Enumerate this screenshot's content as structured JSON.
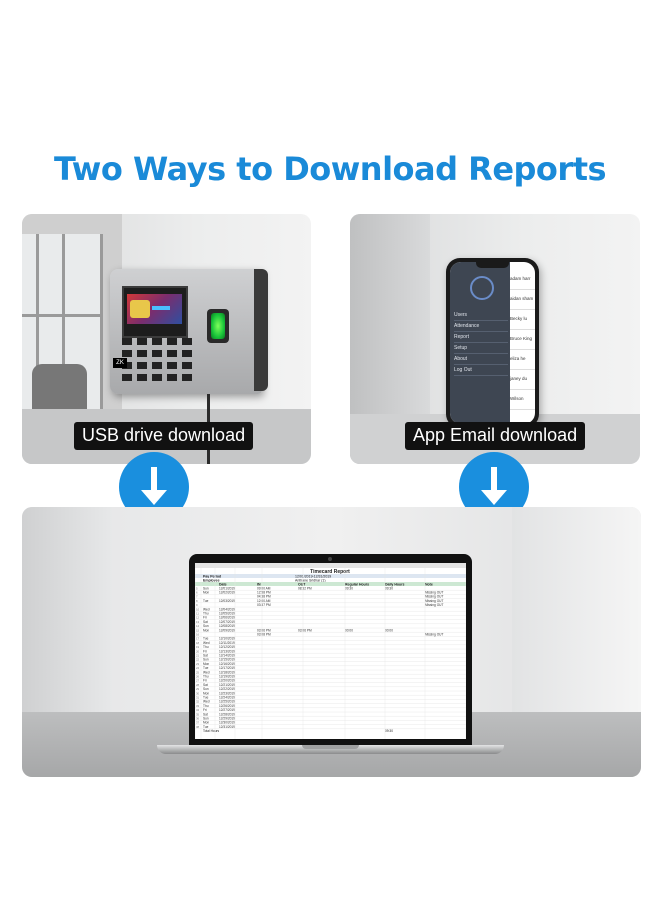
{
  "title": "Two Ways to Download Reports",
  "left_panel": {
    "caption": "USB drive download"
  },
  "right_panel": {
    "caption": "App Email download",
    "menu": [
      "Users",
      "Attendance",
      "Report",
      "Setup",
      "About",
      "Log Out"
    ],
    "names": [
      "adam harr",
      "aidan sham",
      "Becky lu",
      "Bruce King",
      "eliza he",
      "janey du",
      "Wilson"
    ]
  },
  "spreadsheet": {
    "title": "Timecard Report",
    "labels": [
      "Pay Period",
      "Employee"
    ],
    "period": "12/01/2019-12/31/2019",
    "employee": "Anthane Sridhar (1)",
    "headers": [
      "Date",
      "IN",
      "OUT",
      "Regular Hours",
      "Daily Hours",
      "Note"
    ],
    "rows": [
      [
        "Sun",
        "12/01/2019",
        "09:00 AM",
        "08:32 PM",
        "09:30",
        "09:30",
        ""
      ],
      [
        "Mon",
        "12/02/2019",
        "12:58 PM",
        "",
        "",
        "",
        "Missing OUT"
      ],
      [
        "",
        "",
        "04:38 PM",
        "",
        "",
        "",
        "Missing OUT"
      ],
      [
        "Tue",
        "12/03/2019",
        "12:00 AM",
        "",
        "",
        "",
        "Missing OUT"
      ],
      [
        "",
        "",
        "03:37 PM",
        "",
        "",
        "",
        "Missing OUT"
      ],
      [
        "Wed",
        "12/04/2019",
        "",
        "",
        "",
        "",
        ""
      ],
      [
        "Thu",
        "12/05/2019",
        "",
        "",
        "",
        "",
        ""
      ],
      [
        "Fri",
        "12/06/2019",
        "",
        "",
        "",
        "",
        ""
      ],
      [
        "Sat",
        "12/07/2019",
        "",
        "",
        "",
        "",
        ""
      ],
      [
        "Sun",
        "12/08/2019",
        "",
        "",
        "",
        "",
        ""
      ],
      [
        "Mon",
        "12/09/2019",
        "03:06 PM",
        "03:06 PM",
        "00:00",
        "00:00",
        ""
      ],
      [
        "",
        "",
        "03:08 PM",
        "",
        "",
        "",
        "Missing OUT"
      ],
      [
        "Tue",
        "12/10/2019",
        "",
        "",
        "",
        "",
        ""
      ],
      [
        "Wed",
        "12/11/2019",
        "",
        "",
        "",
        "",
        ""
      ],
      [
        "Thu",
        "12/12/2019",
        "",
        "",
        "",
        "",
        ""
      ],
      [
        "Fri",
        "12/13/2019",
        "",
        "",
        "",
        "",
        ""
      ],
      [
        "Sat",
        "12/14/2019",
        "",
        "",
        "",
        "",
        ""
      ],
      [
        "Sun",
        "12/15/2019",
        "",
        "",
        "",
        "",
        ""
      ],
      [
        "Mon",
        "12/16/2019",
        "",
        "",
        "",
        "",
        ""
      ],
      [
        "Tue",
        "12/17/2019",
        "",
        "",
        "",
        "",
        ""
      ],
      [
        "Wed",
        "12/18/2019",
        "",
        "",
        "",
        "",
        ""
      ],
      [
        "Thu",
        "12/19/2019",
        "",
        "",
        "",
        "",
        ""
      ],
      [
        "Fri",
        "12/20/2019",
        "",
        "",
        "",
        "",
        ""
      ],
      [
        "Sat",
        "12/21/2019",
        "",
        "",
        "",
        "",
        ""
      ],
      [
        "Sun",
        "12/22/2019",
        "",
        "",
        "",
        "",
        ""
      ],
      [
        "Mon",
        "12/23/2019",
        "",
        "",
        "",
        "",
        ""
      ],
      [
        "Tue",
        "12/24/2019",
        "",
        "",
        "",
        "",
        ""
      ],
      [
        "Wed",
        "12/25/2019",
        "",
        "",
        "",
        "",
        ""
      ],
      [
        "Thu",
        "12/26/2019",
        "",
        "",
        "",
        "",
        ""
      ],
      [
        "Fri",
        "12/27/2019",
        "",
        "",
        "",
        "",
        ""
      ],
      [
        "Sat",
        "12/28/2019",
        "",
        "",
        "",
        "",
        ""
      ],
      [
        "Sun",
        "12/29/2019",
        "",
        "",
        "",
        "",
        ""
      ],
      [
        "Mon",
        "12/30/2019",
        "",
        "",
        "",
        "",
        ""
      ],
      [
        "Tue",
        "12/31/2019",
        "",
        "",
        "",
        "",
        ""
      ]
    ],
    "total_label": "Total Hours",
    "total_value": "09:30"
  },
  "colors": {
    "title": "#1a8ad8",
    "arrow": "#1a8fde",
    "caption_bg": "#111111"
  },
  "icons": [
    "down-arrow-icon",
    "fingerprint-icon",
    "logo-icon"
  ]
}
